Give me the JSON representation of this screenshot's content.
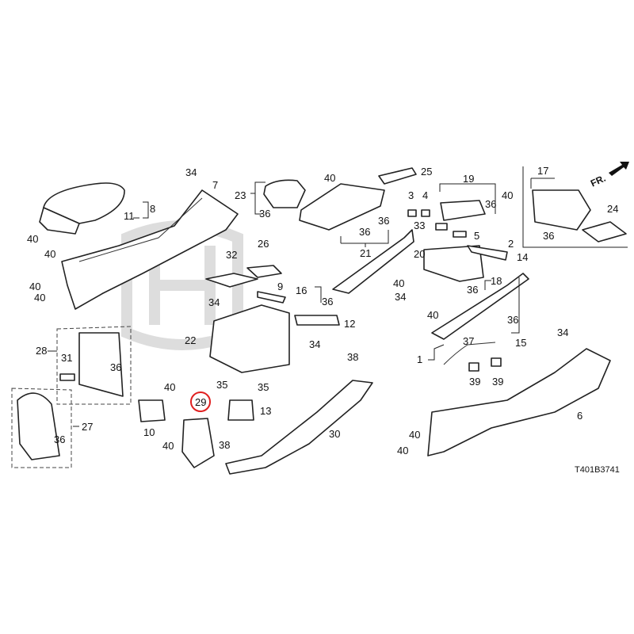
{
  "diagram_code": "T401B3741",
  "front_indicator": "FR.",
  "highlighted_part": "29",
  "labels": [
    "34",
    "7",
    "8",
    "11",
    "40",
    "40",
    "23",
    "40",
    "36",
    "25",
    "19",
    "3",
    "4",
    "40",
    "36",
    "17",
    "24",
    "33",
    "5",
    "2",
    "36",
    "36",
    "21",
    "20",
    "14",
    "26",
    "32",
    "16",
    "36",
    "9",
    "40",
    "40",
    "34",
    "18",
    "36",
    "40",
    "34",
    "40",
    "36",
    "15",
    "12",
    "22",
    "34",
    "28",
    "31",
    "36",
    "37",
    "1",
    "38",
    "34",
    "39",
    "39",
    "35",
    "35",
    "40",
    "29",
    "13",
    "27",
    "10",
    "40",
    "36",
    "30",
    "38",
    "40",
    "40",
    "6",
    "36"
  ]
}
